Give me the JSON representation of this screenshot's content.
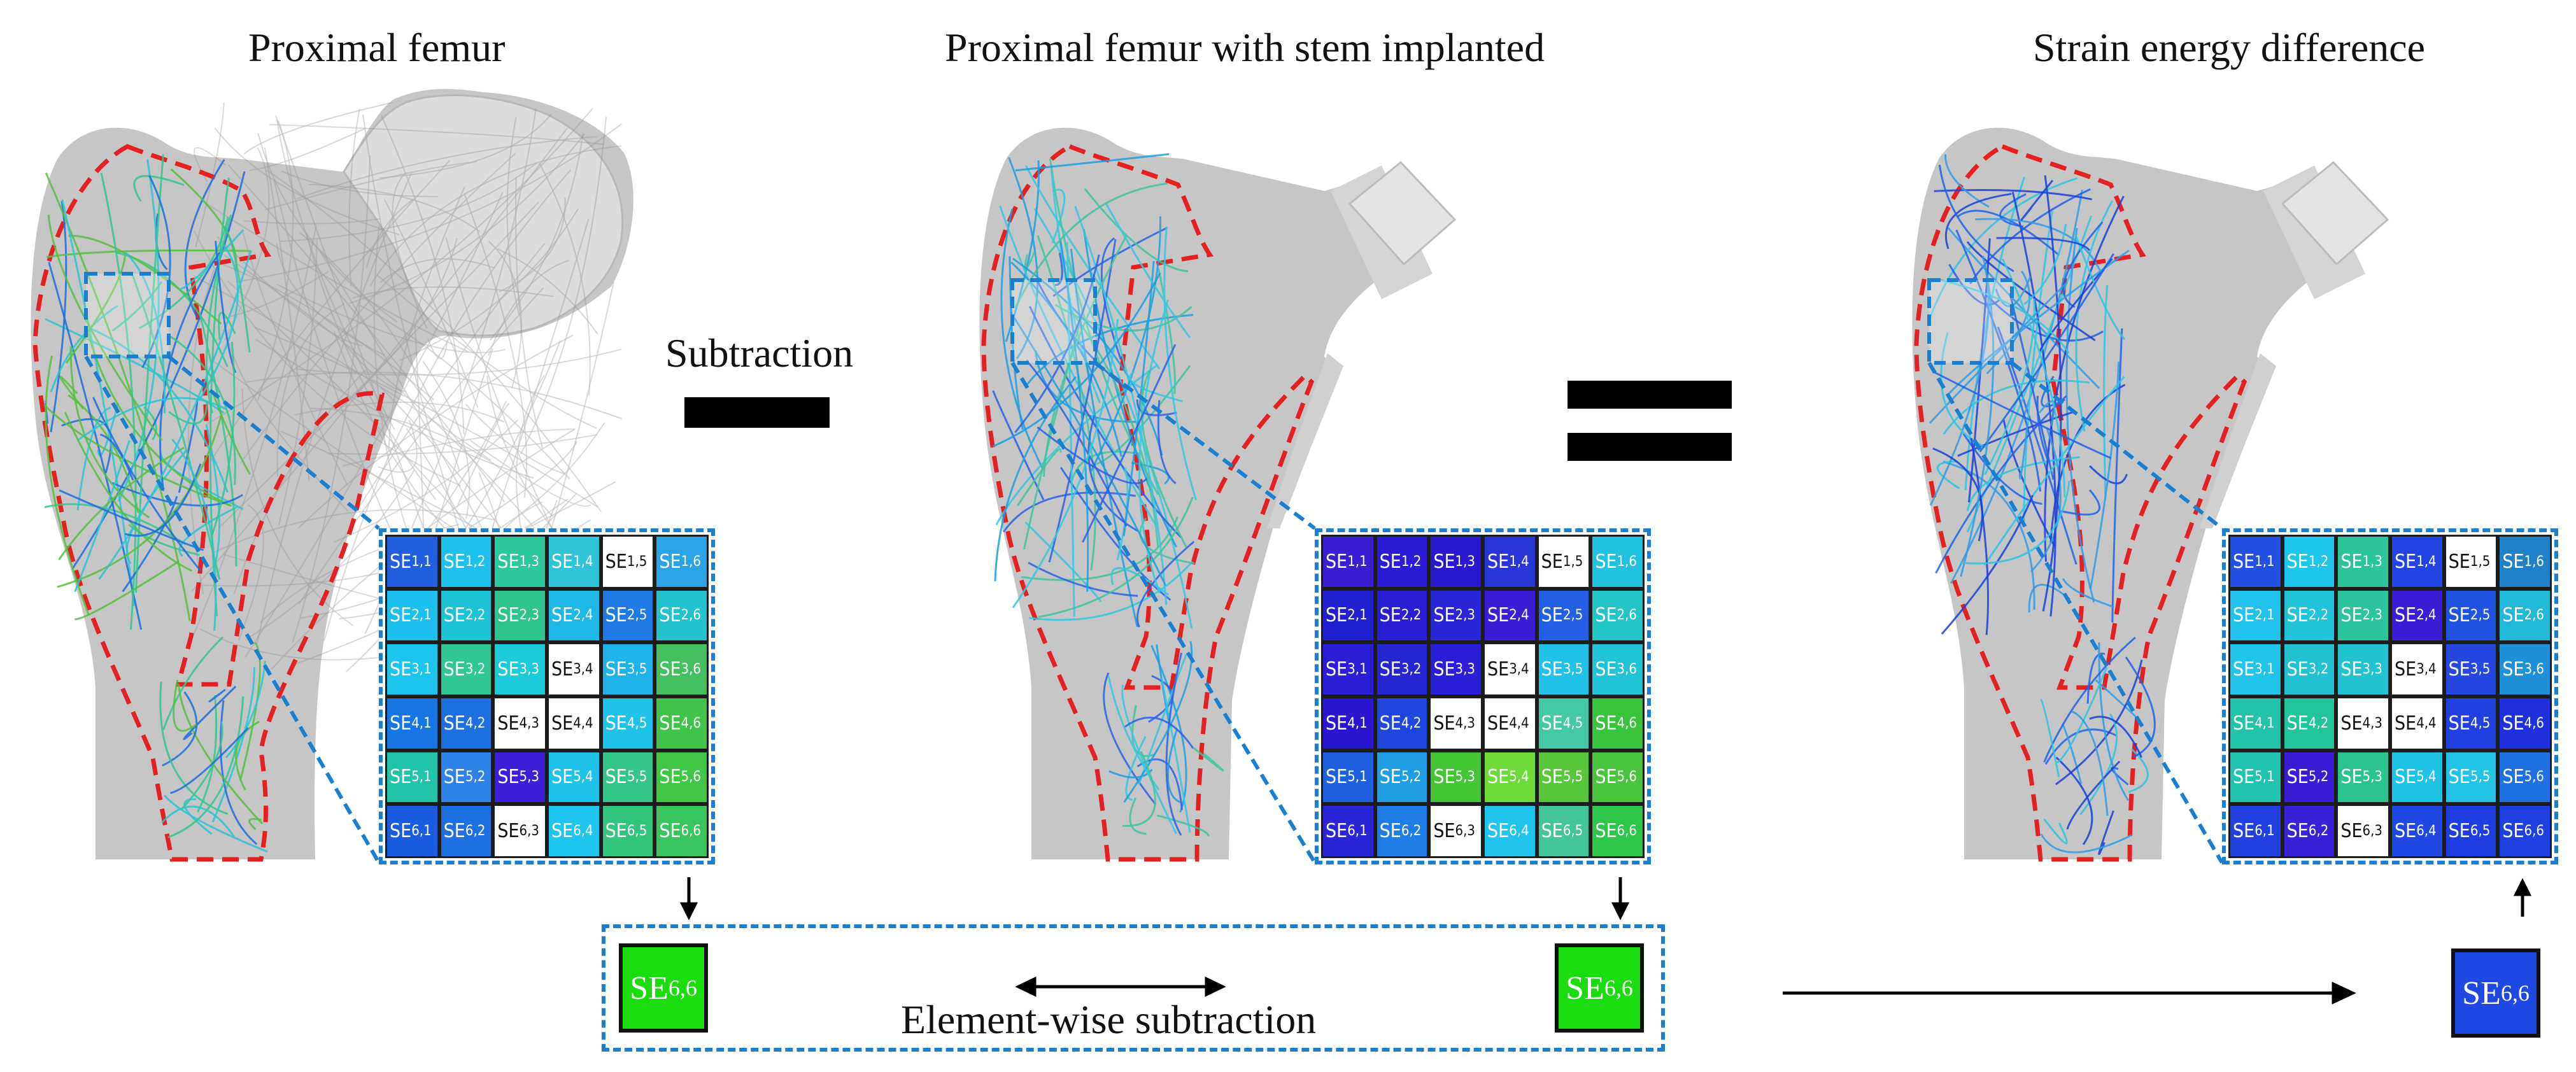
{
  "titles": {
    "left": "Proximal femur",
    "middle": "Proximal femur with stem implanted",
    "right": "Strain energy difference"
  },
  "operators": {
    "subtraction_label": "Subtraction",
    "elementwise_label": "Element-wise subtraction"
  },
  "cell_prefix": "SE",
  "colors": {
    "bone": "#c8c8c8",
    "outline_dash": "#e52020",
    "zoom_dash": "#1a7fd0",
    "fibers_left": [
      "#2ec3d2",
      "#34c58f",
      "#1b6fe0",
      "#56c040"
    ],
    "fibers_mid": [
      "#1f9ee0",
      "#2a62e6",
      "#36c7e0",
      "#40c4a0"
    ],
    "fibers_right": [
      "#1e63e8",
      "#2f9be6",
      "#2fc6e0",
      "#1a40d8"
    ]
  },
  "matrices": [
    {
      "id": "femur",
      "colors": [
        [
          "#1f5fe0",
          "#1ec0ec",
          "#2cc79a",
          "#2fc4d8",
          "#ffffff",
          "#2aa4e6"
        ],
        [
          "#1cc0ec",
          "#1ec4d4",
          "#2fc48e",
          "#1fb8e6",
          "#1f7ae6",
          "#22c2cf"
        ],
        [
          "#1cc5ec",
          "#2fc793",
          "#1ccbd8",
          "#ffffff",
          "#20b3e8",
          "#44c060"
        ],
        [
          "#1677e4",
          "#1e6fe0",
          "#ffffff",
          "#ffffff",
          "#1fc3e9",
          "#3fc449"
        ],
        [
          "#22c3ab",
          "#2f83e8",
          "#3c1fd6",
          "#1fc3ea",
          "#36c58a",
          "#3fc845"
        ],
        [
          "#1a5ce0",
          "#1e6fe2",
          "#ffffff",
          "#1ec6ee",
          "#34c57c",
          "#3ac65e"
        ]
      ]
    },
    {
      "id": "implanted",
      "colors": [
        [
          "#3a1ed2",
          "#2a1cd4",
          "#2a18d0",
          "#2a35d8",
          "#ffffff",
          "#21c2e0"
        ],
        [
          "#2020d0",
          "#2a1ed4",
          "#2a26d8",
          "#3a1ed6",
          "#2460e6",
          "#24c5c8"
        ],
        [
          "#2a1ed6",
          "#2526d2",
          "#2a1ed8",
          "#ffffff",
          "#21c1e8",
          "#21c3d4"
        ],
        [
          "#2a16d0",
          "#2046e0",
          "#ffffff",
          "#ffffff",
          "#45c8a4",
          "#39c53b"
        ],
        [
          "#1f60e0",
          "#1f9ee6",
          "#44c535",
          "#6ddb3a",
          "#58c83a",
          "#4ac63e"
        ],
        [
          "#2a25d6",
          "#1f7ee6",
          "#ffffff",
          "#21c4ea",
          "#43c49a",
          "#2fc64c"
        ]
      ]
    },
    {
      "id": "difference",
      "colors": [
        [
          "#2350e2",
          "#1ec6ec",
          "#2cc49a",
          "#2244e2",
          "#ffffff",
          "#1f82c8"
        ],
        [
          "#21c3ec",
          "#21c4d8",
          "#2bc49c",
          "#3a1ed6",
          "#2152e0",
          "#22b8d8"
        ],
        [
          "#22c5ea",
          "#22c2d2",
          "#22c3cf",
          "#ffffff",
          "#2548e0",
          "#2090d8"
        ],
        [
          "#22c3a8",
          "#22c59a",
          "#ffffff",
          "#ffffff",
          "#2040e2",
          "#1f30de"
        ],
        [
          "#22c3b0",
          "#3a1cd4",
          "#2bc48f",
          "#1fc3e6",
          "#22c3e6",
          "#1f70e0"
        ],
        [
          "#2040e0",
          "#3a20d6",
          "#ffffff",
          "#1f48e2",
          "#1f3ee2",
          "#1f40e0"
        ]
      ]
    }
  ],
  "elements": [
    {
      "id": "femur-se66",
      "prefix": "SE",
      "sub": "6,6",
      "color": "#1bdc0f"
    },
    {
      "id": "implanted-se66",
      "prefix": "SE",
      "sub": "6,6",
      "color": "#1bdc0f"
    },
    {
      "id": "difference-se66",
      "prefix": "SE",
      "sub": "6,6",
      "color": "#1f48e4"
    }
  ]
}
